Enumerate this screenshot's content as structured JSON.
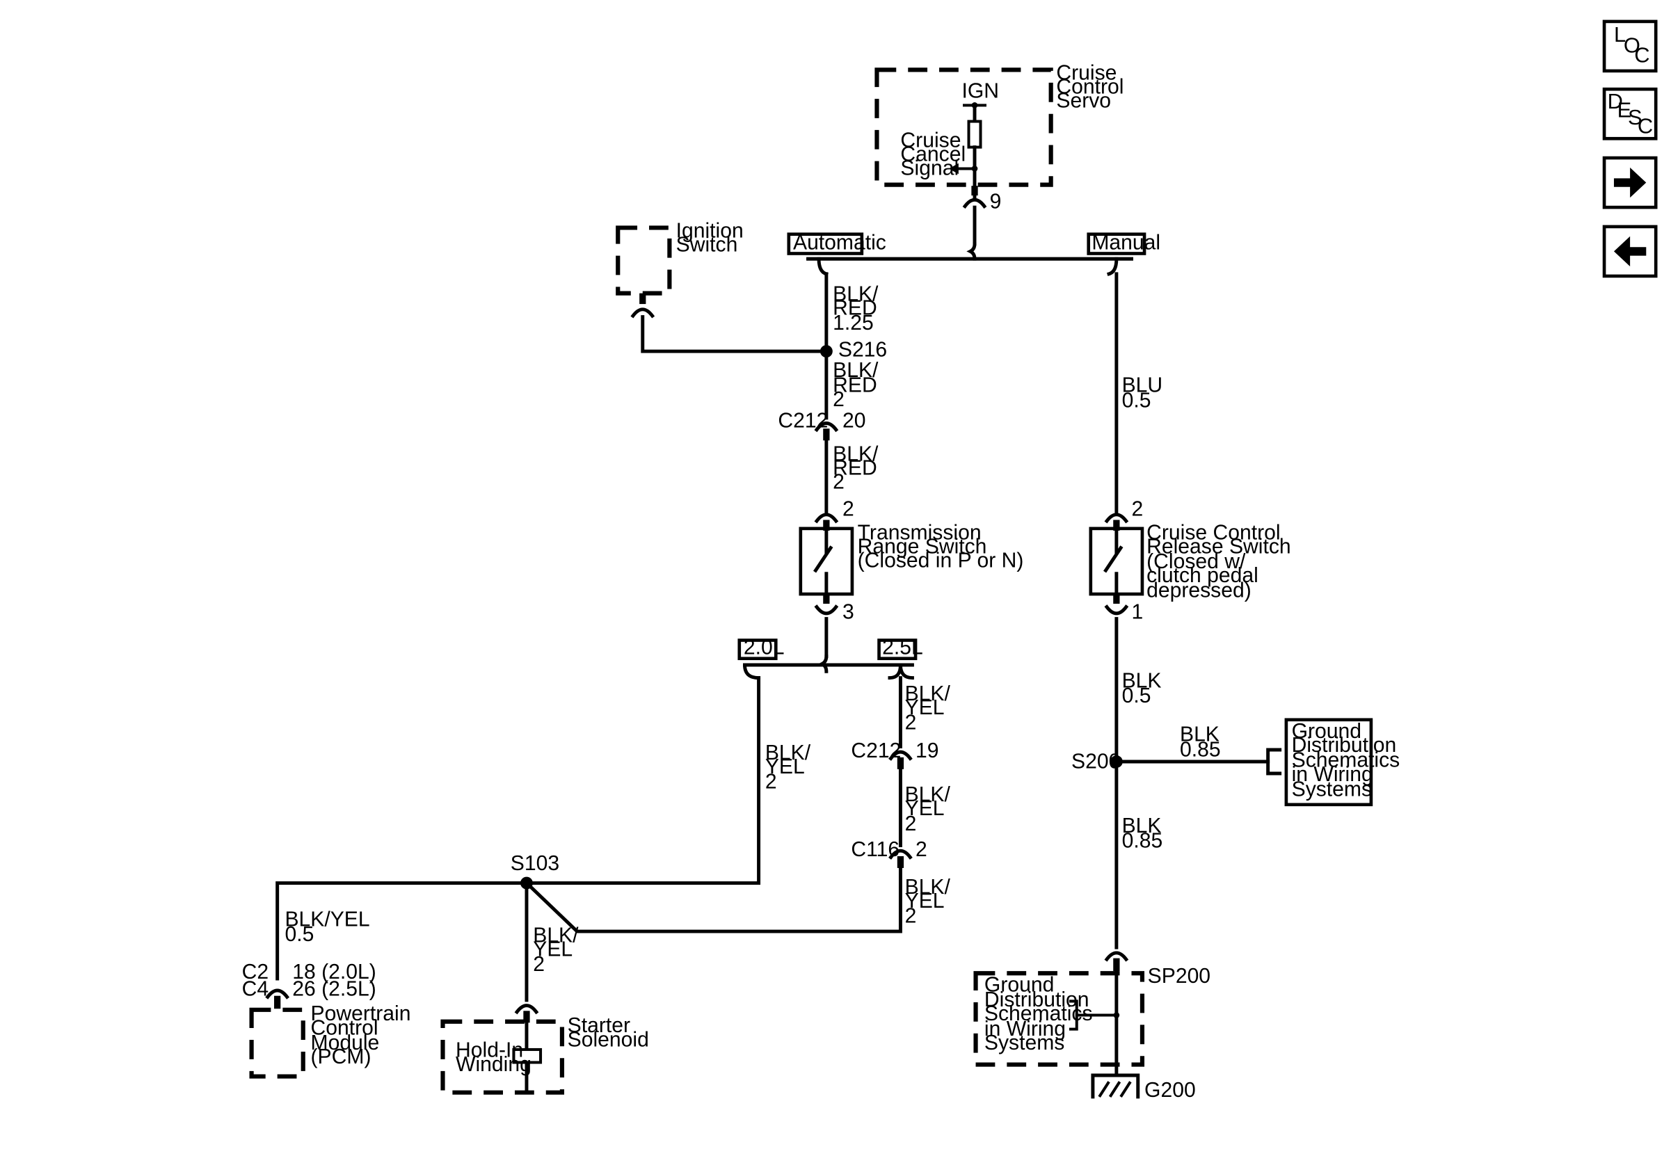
{
  "nav": {
    "loc": [
      "L",
      "O",
      "C"
    ],
    "desc": [
      "D",
      "E",
      "S",
      "C"
    ]
  },
  "modules": {
    "cruise_servo": [
      "Cruise",
      "Control",
      "Servo"
    ],
    "ign": "IGN",
    "cancel_signal": [
      "Cruise",
      "Cancel",
      "Signal"
    ],
    "servo_pin": "9",
    "ignition_switch": [
      "Ignition",
      "Switch"
    ],
    "automatic": "Automatic",
    "manual": "Manual",
    "trs": [
      "Transmission",
      "Range Switch",
      "(Closed in P or N)"
    ],
    "ccrs": [
      "Cruise Control",
      "Release Switch",
      "(Closed w/",
      "clutch pedal",
      "depressed)"
    ],
    "eng_20": "2.0L",
    "eng_25": "2.5L",
    "gnd_dist_right": [
      "Ground",
      "Distribution",
      "Schematics",
      "in Wiring",
      "Systems"
    ],
    "gnd_dist_left": [
      "Ground",
      "Distribution",
      "Schematics",
      "in Wiring",
      "Systems"
    ],
    "pcm": [
      "Powertrain",
      "Control",
      "Module",
      "(PCM)"
    ],
    "starter": [
      "Starter",
      "Solenoid"
    ],
    "holdin": [
      "Hold-In",
      "Winding"
    ]
  },
  "wires": {
    "w_auto_top": [
      "BLK/",
      "RED",
      "1.25"
    ],
    "w_auto_mid": [
      "BLK/",
      "RED",
      "2"
    ],
    "w_auto_low": [
      "BLK/",
      "RED",
      "2"
    ],
    "w_blu": [
      "BLU",
      "0.5"
    ],
    "w_blk_05": [
      "BLK",
      "0.5"
    ],
    "w_blk_085_h": [
      "BLK",
      "0.85"
    ],
    "w_blk_085_v": [
      "BLK",
      "0.85"
    ],
    "w_20l": [
      "BLK/",
      "YEL",
      "2"
    ],
    "w_25l_a": [
      "BLK/",
      "YEL",
      "2"
    ],
    "w_25l_b": [
      "BLK/",
      "YEL",
      "2"
    ],
    "w_25l_c": [
      "BLK/",
      "YEL",
      "2"
    ],
    "w_pcm": [
      "BLK/YEL",
      "0.5"
    ],
    "w_starter": [
      "BLK/",
      "YEL",
      "2"
    ]
  },
  "connectors": {
    "s216": "S216",
    "c212_a": "C212",
    "c212_a_pin": "20",
    "trs_pin_top": "2",
    "trs_pin_bot": "3",
    "ccrs_pin_top": "2",
    "ccrs_pin_bot": "1",
    "s200": "S200",
    "c212_b": "C212",
    "c212_b_pin": "19",
    "c116": "C116",
    "c116_pin": "2",
    "s103": "S103",
    "c2": "C2",
    "c4": "C4",
    "c2_pin": "18  (2.0L)",
    "c4_pin": "26  (2.5L)",
    "sp200": "SP200",
    "g200": "G200"
  }
}
